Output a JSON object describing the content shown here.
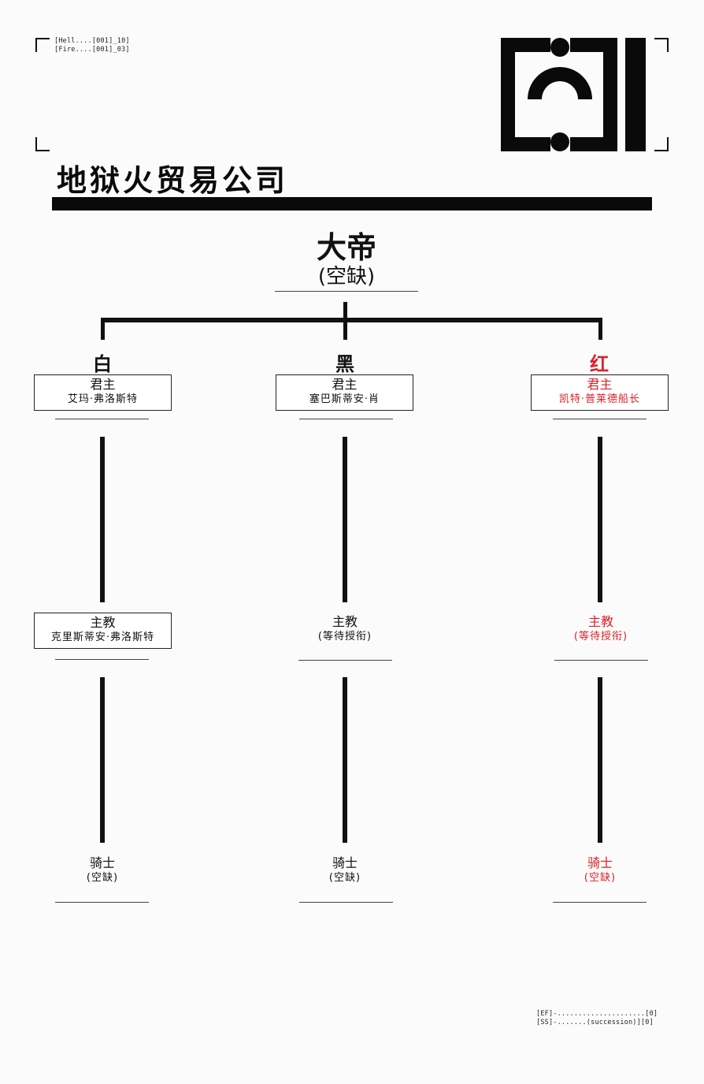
{
  "header": {
    "codes": [
      "[Hell....[001]_10]",
      "[Fire....[001]_03]"
    ],
    "company_title": "地狱火贸易公司",
    "logo_name": "hellfire-logo"
  },
  "emperor": {
    "title": "大帝",
    "status": "(空缺)"
  },
  "colors": {
    "black": "#111111",
    "red": "#d8232a"
  },
  "columns": [
    {
      "heading": "白",
      "king": {
        "role": "君主",
        "name": "艾玛·弗洛斯特"
      },
      "bishop": {
        "role": "主教",
        "name": "克里斯蒂安·弗洛斯特"
      },
      "knight": {
        "role": "骑士",
        "name": "(空缺)"
      }
    },
    {
      "heading": "黑",
      "king": {
        "role": "君主",
        "name": "塞巴斯蒂安·肖"
      },
      "bishop": {
        "role": "主教",
        "name": "(等待授衔)"
      },
      "knight": {
        "role": "骑士",
        "name": "(空缺)"
      }
    },
    {
      "heading": "红",
      "king": {
        "role": "君主",
        "name": "凯特·普莱德船长"
      },
      "bishop": {
        "role": "主教",
        "name": "(等待授衔)"
      },
      "knight": {
        "role": "骑士",
        "name": "(空缺)"
      }
    }
  ],
  "footer": {
    "codes": [
      "[EF]-.....................[0]",
      "[SS]-.......(succession)][0]"
    ]
  }
}
